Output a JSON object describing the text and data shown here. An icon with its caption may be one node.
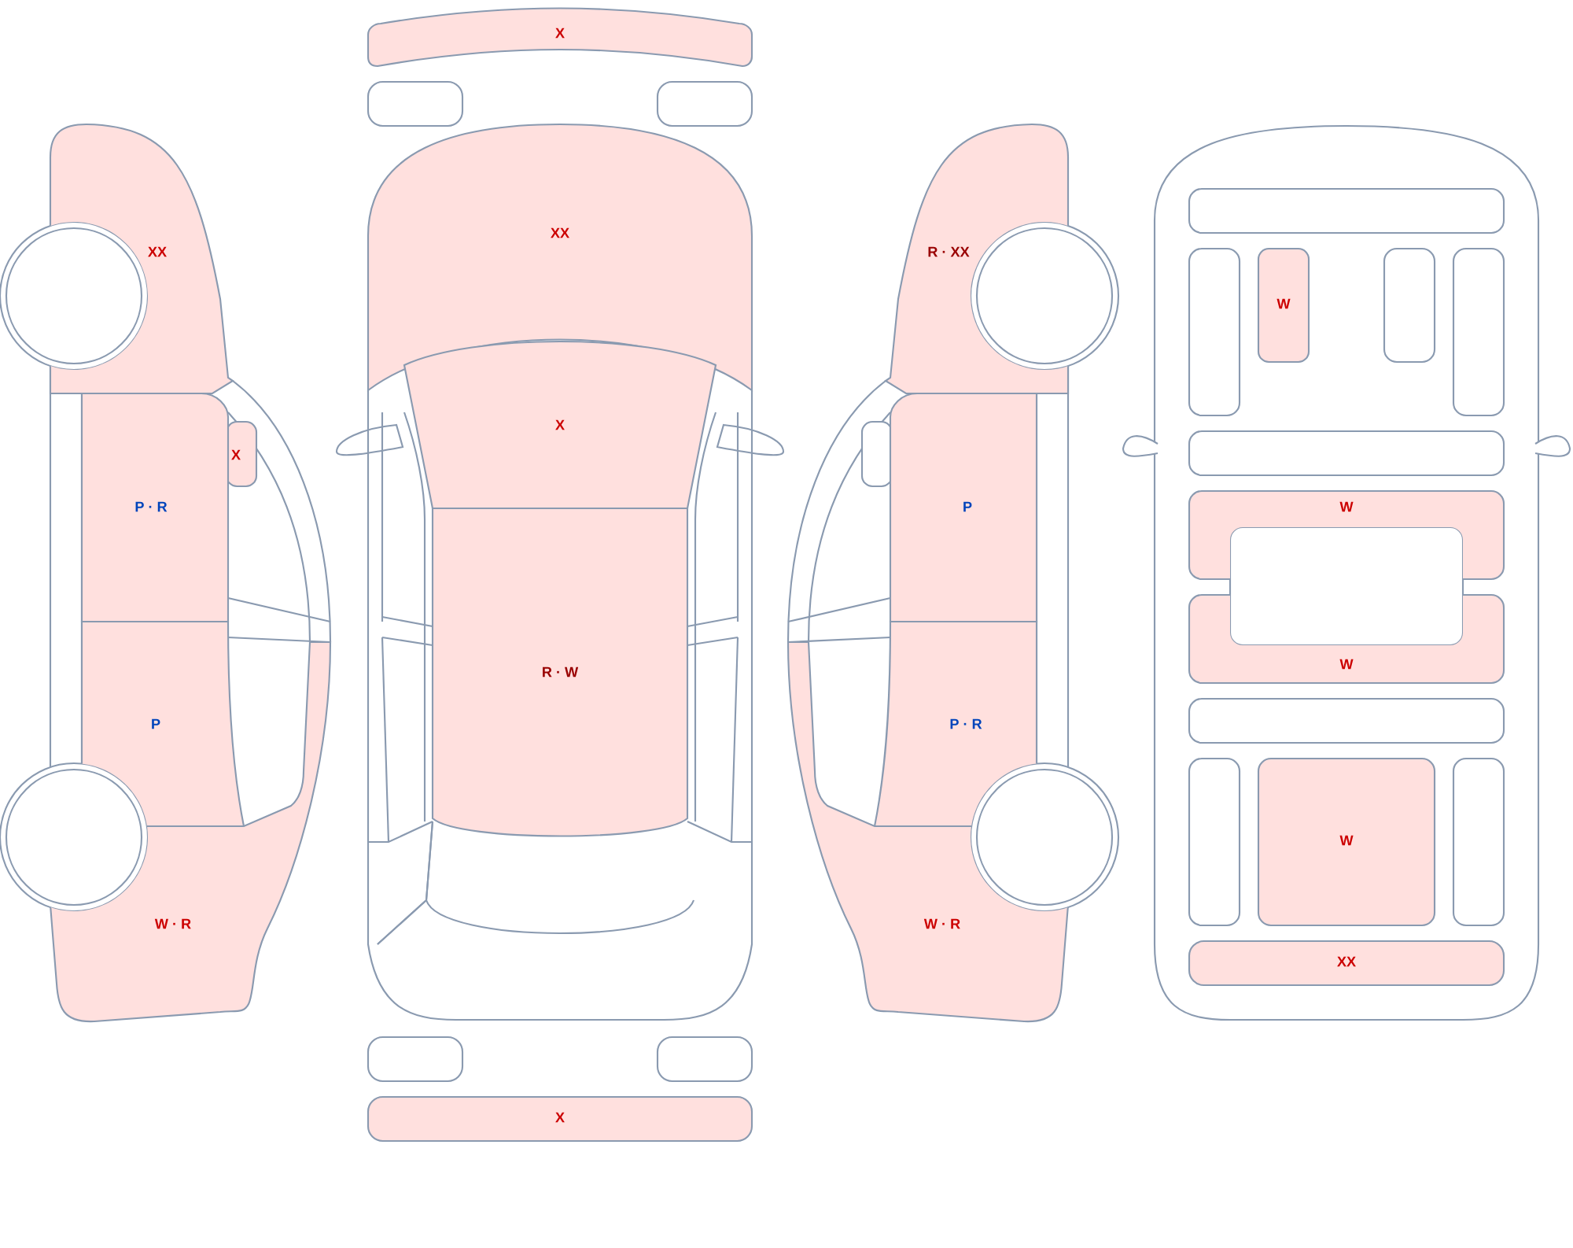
{
  "diagram": {
    "nodes": [
      {
        "text": [
          "XX"
        ]
      },
      {
        "text": [
          "X"
        ]
      },
      {
        "text": [
          "P · R"
        ]
      },
      {
        "text": [
          "P"
        ]
      },
      {
        "text": [
          "W · R"
        ]
      },
      {
        "text": [
          "X"
        ]
      },
      {
        "text": [
          "XX"
        ]
      },
      {
        "text": [
          "X"
        ]
      },
      {
        "text": [
          "R · W"
        ]
      },
      {
        "text": [
          "X"
        ]
      },
      {
        "text": [
          "R · XX"
        ]
      },
      {
        "text": [
          "P"
        ]
      },
      {
        "text": [
          "P · R"
        ]
      },
      {
        "text": [
          "W · R"
        ]
      },
      {
        "text": [
          "W"
        ]
      },
      {
        "text": [
          "W"
        ]
      },
      {
        "text": [
          "W"
        ]
      },
      {
        "text": [
          "W"
        ]
      },
      {
        "text": [
          "XX"
        ]
      }
    ]
  }
}
